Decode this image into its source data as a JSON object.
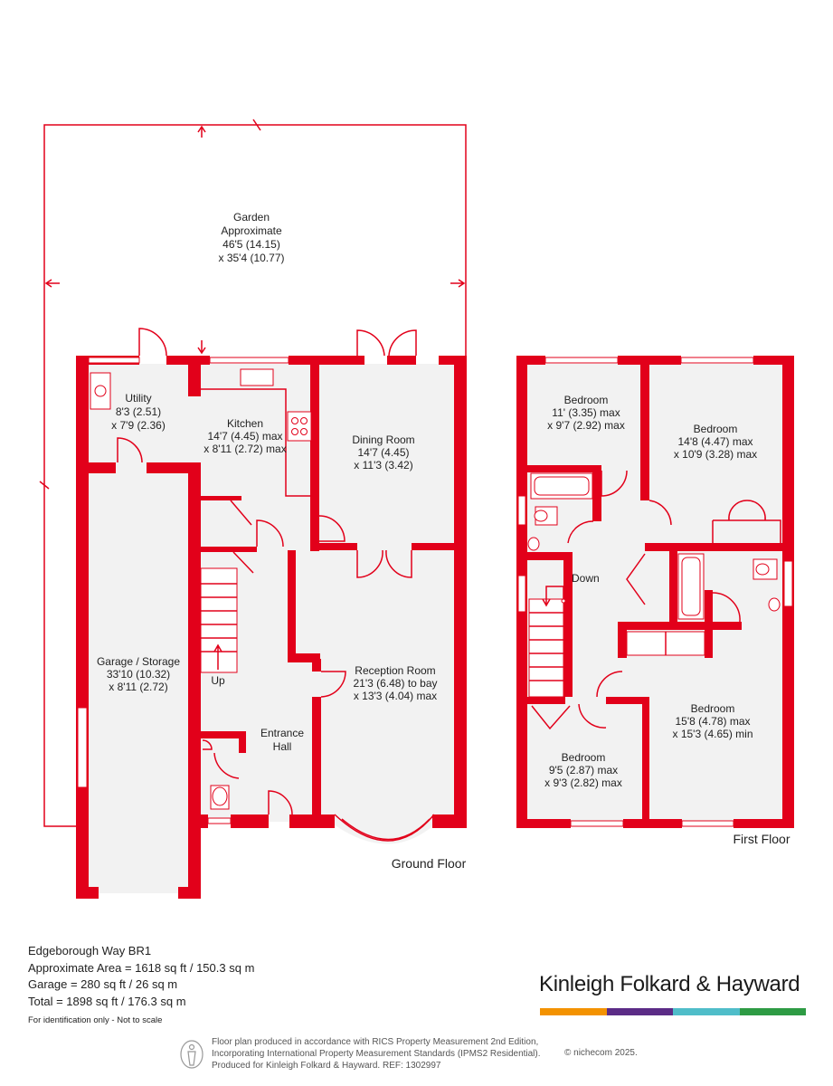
{
  "colors": {
    "wall": "#e2001a",
    "room_fill": "#f2f2f2",
    "brand_bar": [
      "#f39200",
      "#5b2c86",
      "#4fbdc9",
      "#2e9b44"
    ]
  },
  "floors": {
    "ground": "Ground Floor",
    "first": "First Floor"
  },
  "rooms": {
    "garden": [
      "Garden",
      "Approximate",
      "46'5 (14.15)",
      "x 35'4 (10.77)"
    ],
    "utility": [
      "Utility",
      "8'3 (2.51)",
      "x 7'9 (2.36)"
    ],
    "kitchen": [
      "Kitchen",
      "14'7 (4.45) max",
      "x 8'11 (2.72) max"
    ],
    "dining": [
      "Dining Room",
      "14'7 (4.45)",
      "x 11'3 (3.42)"
    ],
    "garage": [
      "Garage / Storage",
      "33'10 (10.32)",
      "x 8'11 (2.72)"
    ],
    "reception": [
      "Reception Room",
      "21'3 (6.48) to bay",
      "x 13'3 (4.04) max"
    ],
    "hall": [
      "Entrance",
      "Hall"
    ],
    "bed1": [
      "Bedroom",
      "11' (3.35) max",
      "x 9'7 (2.92) max"
    ],
    "bed2": [
      "Bedroom",
      "14'8 (4.47) max",
      "x 10'9 (3.28) max"
    ],
    "bed3": [
      "Bedroom",
      "15'8 (4.78) max",
      "x 15'3 (4.65) min"
    ],
    "bed4": [
      "Bedroom",
      "9'5 (2.87) max",
      "x 9'3 (2.82) max"
    ]
  },
  "stairs": {
    "up": "Up",
    "down": "Down"
  },
  "info": {
    "address": "Edgeborough Way   BR1",
    "area": "Approximate Area = 1618 sq ft / 150.3 sq m",
    "garage": "Garage = 280 sq ft / 26 sq m",
    "total": "Total = 1898 sq ft / 176.3 sq m",
    "disclaimer": "For identification only - Not to scale"
  },
  "brand": "Kinleigh Folkard & Hayward",
  "footer": {
    "line1": "Floor plan produced in accordance with RICS Property Measurement 2nd Edition,",
    "line2": "Incorporating International Property Measurement Standards (IPMS2 Residential).",
    "line3": "Produced for Kinleigh Folkard & Hayward.   REF: 1302997",
    "copyright": "© nichecom 2025."
  }
}
